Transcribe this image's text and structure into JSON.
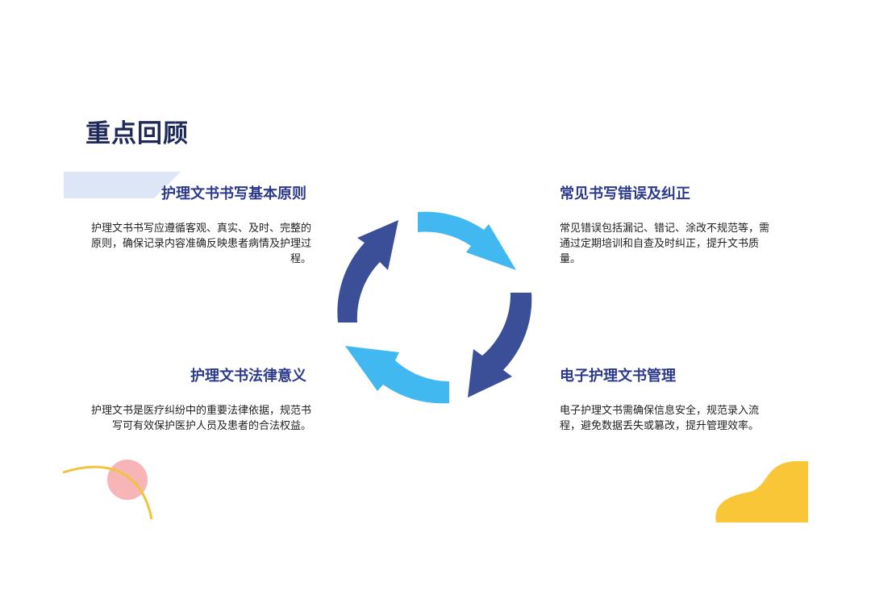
{
  "slide": {
    "title": "重点回顾"
  },
  "points": [
    {
      "heading": "护理文书书写基本原则",
      "description": "护理文书书写应遵循客观、真实、及时、完整的原则，确保记录内容准确反映患者病情及护理过程。"
    },
    {
      "heading": "护理文书法律意义",
      "description": "护理文书是医疗纠纷中的重要法律依据，规范书写可有效保护医护人员及患者的合法权益。"
    },
    {
      "heading": "常见书写错误及纠正",
      "description": "常见错误包括漏记、错记、涂改不规范等，需通过定期培训和自查及时纠正，提升文书质量。"
    },
    {
      "heading": "电子护理文书管理",
      "description": "电子护理文书需确保信息安全，规范录入流程，避免数据丢失或篡改，提升管理效率。"
    }
  ],
  "colors": {
    "title": "#1f2a5a",
    "heading": "#2d3a8c",
    "arrow_dark": "#3a4f98",
    "arrow_light": "#41b8f0",
    "accent_bar": "#dde6f6",
    "deco_yellow": "#f8c637",
    "deco_pink": "#f6a8aa",
    "deco_line": "#f1c43e"
  }
}
